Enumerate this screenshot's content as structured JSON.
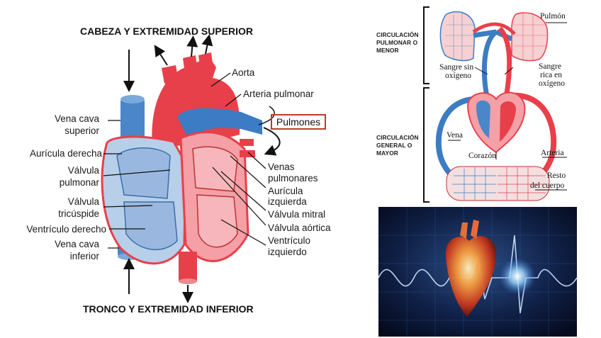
{
  "heart": {
    "top_header": "CABEZA Y EXTREMIDAD SUPERIOR",
    "bottom_header": "TRONCO Y EXTREMIDAD INFERIOR",
    "labels": {
      "aorta": "Aorta",
      "pulmonary_artery": "Arteria pulmonar",
      "lungs": "Pulmones",
      "vena_cava_sup_1": "Vena cava",
      "vena_cava_sup_2": "superior",
      "right_atrium": "Aurícula derecha",
      "pulm_valve_1": "Válvula",
      "pulm_valve_2": "pulmonar",
      "tricuspid_1": "Válvula",
      "tricuspid_2": "tricúspide",
      "right_ventricle": "Ventrículo derecho",
      "vena_cava_inf_1": "Vena cava",
      "vena_cava_inf_2": "inferior",
      "pulm_veins_1": "Venas",
      "pulm_veins_2": "pulmonares",
      "left_atrium_1": "Aurícula",
      "left_atrium_2": "izquierda",
      "mitral": "Válvula mitral",
      "aortic": "Válvula aórtica",
      "left_ventricle_1": "Ventrículo",
      "left_ventricle_2": "izquierdo"
    }
  },
  "circulation": {
    "pulmonary_title": [
      "CIRCULACIÓN",
      "PULMONAR O",
      "MENOR"
    ],
    "systemic_title": [
      "CIRCULACIÓN",
      "GENERAL O",
      "MAYOR"
    ],
    "lung": "Pulmón",
    "deoxygenated": [
      "Sangre sin",
      "oxígeno"
    ],
    "oxygenated": [
      "Sangre",
      "rica en",
      "oxígeno"
    ],
    "vein": "Vena",
    "heart": "Corazón",
    "artery": "Arteria",
    "rest": [
      "Resto",
      "del cuerpo"
    ]
  },
  "colors": {
    "red": "#e8404a",
    "pink": "#f4a0a6",
    "blue": "#4a86c8",
    "light_blue": "#b7cfe8",
    "frame": "#c0392b"
  }
}
